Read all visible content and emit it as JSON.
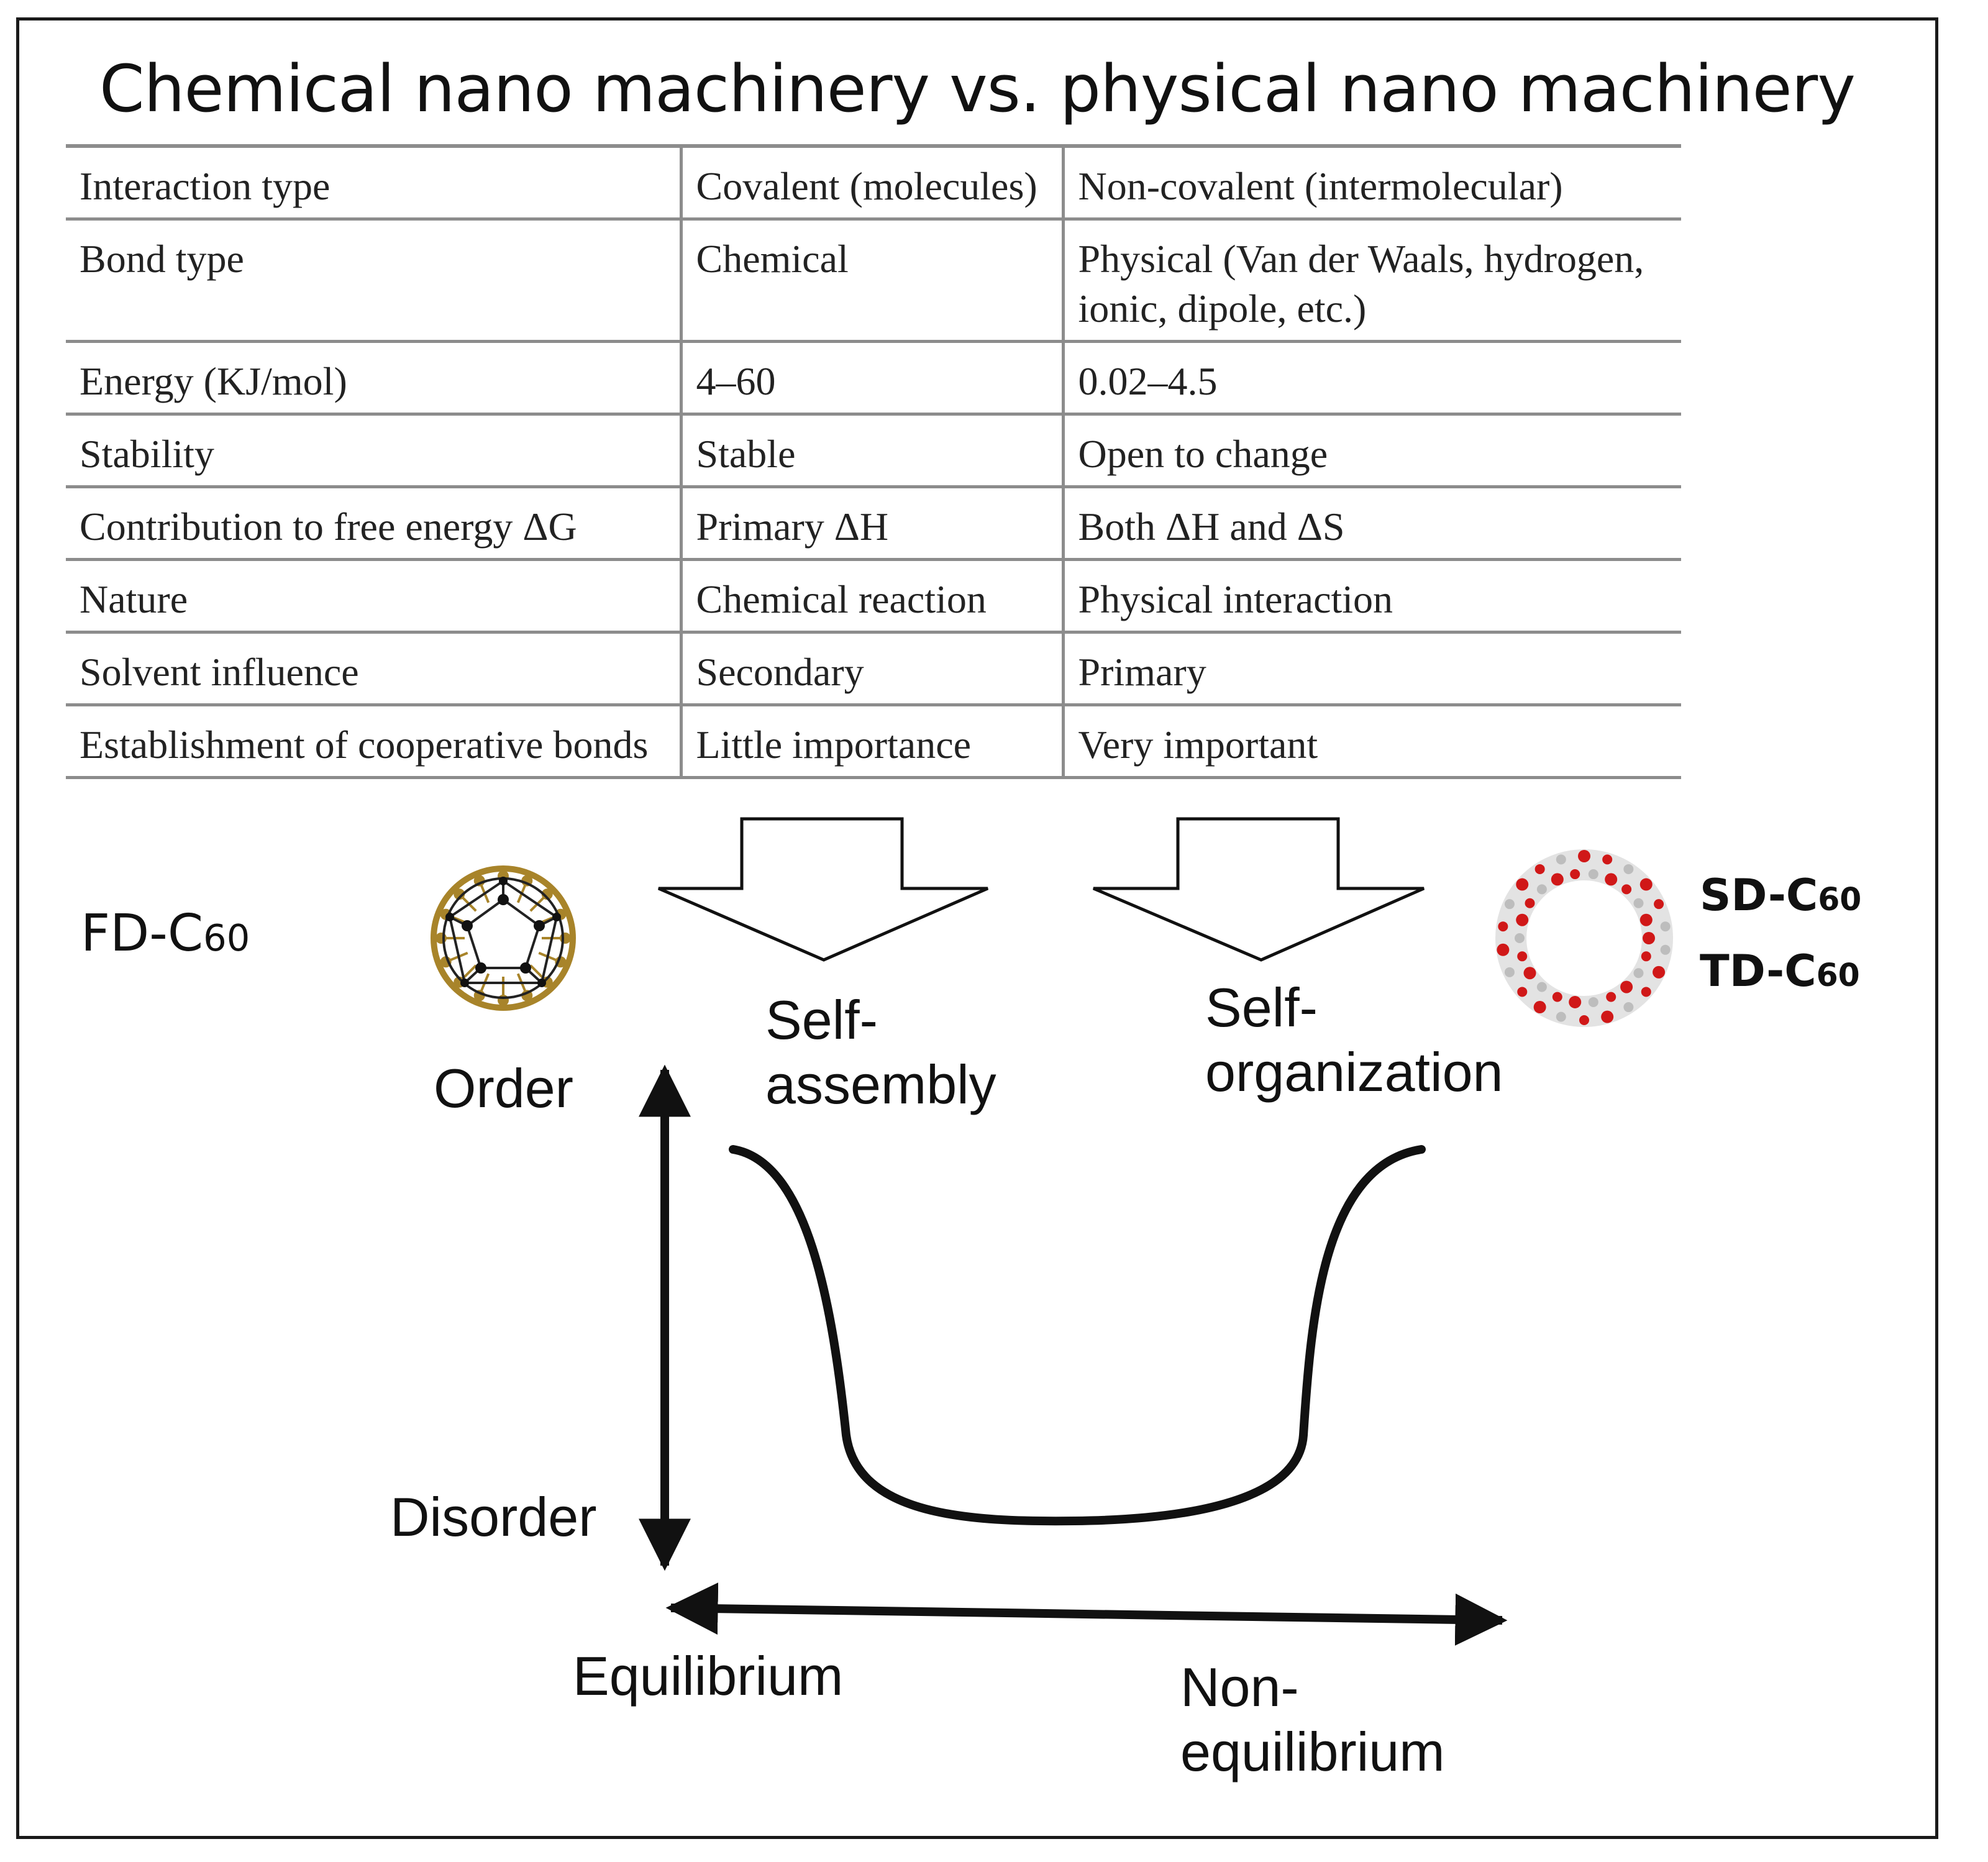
{
  "title": "Chemical nano machinery vs. physical nano machinery",
  "table": {
    "rows": [
      {
        "label": "Interaction type",
        "covalent": "Covalent (molecules)",
        "noncovalent": "Non-covalent (intermolecular)"
      },
      {
        "label": "Bond type",
        "covalent": "Chemical",
        "noncovalent": "Physical (Van der Waals, hydrogen, ionic, dipole, etc.)"
      },
      {
        "label": "Energy (KJ/mol)",
        "covalent": "4–60",
        "noncovalent": "0.02–4.5"
      },
      {
        "label": "Stability",
        "covalent": "Stable",
        "noncovalent": "Open to change"
      },
      {
        "label": "Contribution to free energy ΔG",
        "covalent": "Primary ΔH",
        "noncovalent": "Both ΔH and ΔS"
      },
      {
        "label": "Nature",
        "covalent": "Chemical reaction",
        "noncovalent": "Physical interaction"
      },
      {
        "label": "Solvent influence",
        "covalent": "Secondary",
        "noncovalent": "Primary"
      },
      {
        "label": "Establishment of cooperative bonds",
        "covalent": "Little importance",
        "noncovalent": "Very important"
      }
    ]
  },
  "molecules": {
    "left": {
      "prefix": "FD-C",
      "subscript": "60"
    },
    "right": [
      {
        "prefix": "SD-C",
        "subscript": "60"
      },
      {
        "prefix": "TD-C",
        "subscript": "60"
      }
    ]
  },
  "labels": {
    "self_assembly": [
      "Self-",
      "assembly"
    ],
    "self_organization": [
      "Self-",
      "organization"
    ],
    "order": "Order",
    "disorder": "Disorder",
    "equilibrium": "Equilibrium",
    "non_equilibrium": [
      "Non-",
      "equilibrium"
    ]
  },
  "colors": {
    "gold": "#a8842a",
    "red": "#d01818",
    "line": "#111111"
  }
}
